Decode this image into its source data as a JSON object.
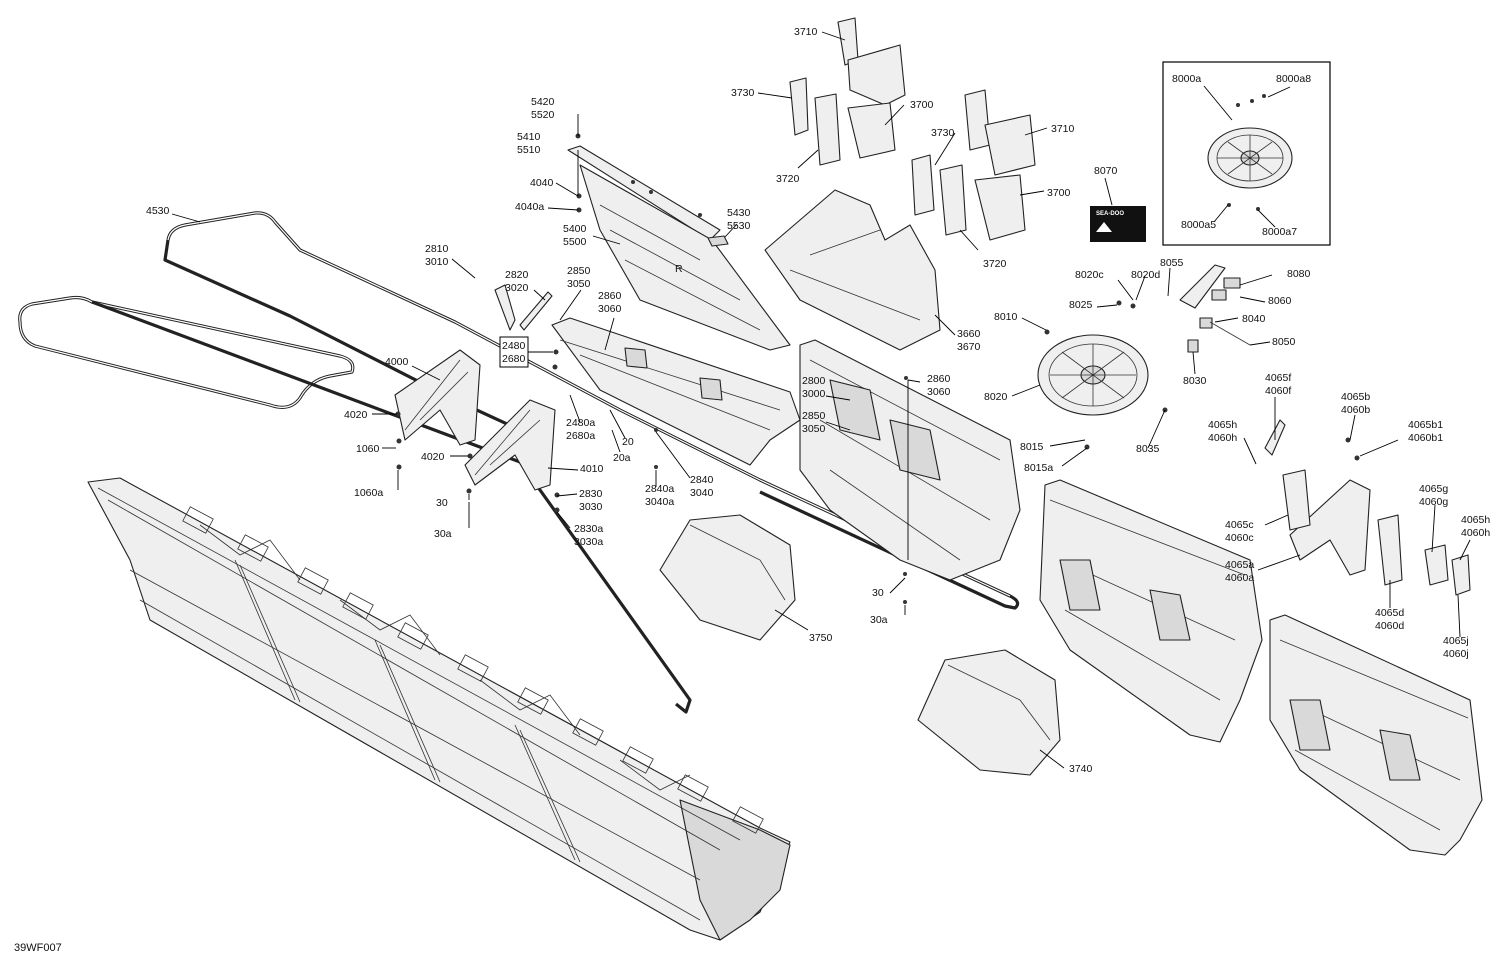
{
  "diagram": {
    "figure_code": "39WF007",
    "decal_brand": "SEA-DOO",
    "labels": {
      "p4530": "4530",
      "p2810": "2810",
      "p3010": "3010",
      "p2820": "2820",
      "p3020": "3020",
      "p2850a": "2850",
      "p3050a": "3050",
      "p2860a": "2860",
      "p3060a": "3060",
      "p2480": "2480",
      "p2680": "2680",
      "p4000": "4000",
      "p4020a": "4020",
      "p4020b": "4020",
      "p1060": "1060",
      "p1060a": "1060a",
      "p30a": "30",
      "p30aa": "30a",
      "p4010": "4010",
      "p2830": "2830",
      "p3030": "3030",
      "p2830a": "2830a",
      "p3030a": "3030a",
      "p2480a": "2480a",
      "p2680a": "2680a",
      "p20": "20",
      "p20a": "20a",
      "p2840": "2840",
      "p3040": "3040",
      "p2840a": "2840a",
      "p3040a": "3040a",
      "p5420": "5420",
      "p5520": "5520",
      "p5410": "5410",
      "p5510": "5510",
      "p4040": "4040",
      "p4040a": "4040a",
      "p5430": "5430",
      "p5530": "5530",
      "p5400": "5400",
      "p5500": "5500",
      "p2800": "2800",
      "p3000": "3000",
      "p2850b": "2850",
      "p3050b": "3050",
      "p2860b": "2860",
      "p3060b": "3060",
      "p30b": "30",
      "p30ab": "30a",
      "p3750": "3750",
      "p3740": "3740",
      "p3710a": "3710",
      "p3730a": "3730",
      "p3700a": "3700",
      "p3720a": "3720",
      "p3730b": "3730",
      "p3710b": "3710",
      "p3700b": "3700",
      "p3720b": "3720",
      "p3660": "3660",
      "p3670": "3670",
      "p8070": "8070",
      "p8000a": "8000a",
      "p8000a8": "8000a8",
      "p8000a5": "8000a5",
      "p8000a7": "8000a7",
      "p8020c": "8020c",
      "p8020d": "8020d",
      "p8055": "8055",
      "p8080": "8080",
      "p8025": "8025",
      "p8060": "8060",
      "p8010": "8010",
      "p8040": "8040",
      "p8050": "8050",
      "p8030": "8030",
      "p8020": "8020",
      "p8015": "8015",
      "p8015a": "8015a",
      "p8035": "8035",
      "p4065f": "4065f",
      "p4060f": "4060f",
      "p4065b": "4065b",
      "p4060b": "4060b",
      "p4065h": "4065h",
      "p4060h": "4060h",
      "p4065b1": "4065b1",
      "p4060b1": "4060b1",
      "p4065g": "4065g",
      "p4060g": "4060g",
      "p4065c": "4065c",
      "p4060c": "4060c",
      "p4065h2": "4065h",
      "p4060h2": "4060h",
      "p4065a": "4065a",
      "p4060a": "4060a",
      "p4065d": "4065d",
      "p4060d": "4060d",
      "p4065j": "4065j",
      "p4060j": "4060j"
    }
  }
}
